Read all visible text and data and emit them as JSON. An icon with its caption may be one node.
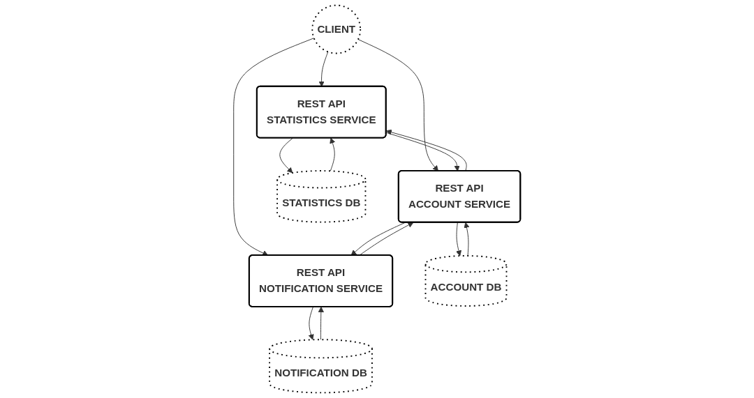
{
  "diagram": {
    "nodes": [
      {
        "text": [
          "CLIENT"
        ]
      },
      {
        "text": [
          "REST API",
          "STATISTICS SERVICE"
        ]
      },
      {
        "text": [
          "REST API",
          "ACCOUNT SERVICE"
        ]
      },
      {
        "text": [
          "REST API",
          "NOTIFICATION SERVICE"
        ]
      },
      {
        "text": [
          "STATISTICS DB"
        ]
      },
      {
        "text": [
          "ACCOUNT DB"
        ]
      },
      {
        "text": [
          "NOTIFICATION DB"
        ]
      }
    ],
    "edges": [
      {
        "from": 0,
        "to": 1,
        "arrow": "to"
      },
      {
        "from": 0,
        "to": 2,
        "arrow": "to"
      },
      {
        "from": 0,
        "to": 3,
        "arrow": "to"
      },
      {
        "from": 1,
        "to": 2,
        "arrow": "to"
      },
      {
        "from": 2,
        "to": 1,
        "arrow": "to"
      },
      {
        "from": 2,
        "to": 3,
        "arrow": "to"
      },
      {
        "from": 3,
        "to": 2,
        "arrow": "to"
      },
      {
        "from": 1,
        "to": 4,
        "arrow": "to"
      },
      {
        "from": 4,
        "to": 1,
        "arrow": "to"
      },
      {
        "from": 2,
        "to": 5,
        "arrow": "to"
      },
      {
        "from": 5,
        "to": 2,
        "arrow": "to"
      },
      {
        "from": 3,
        "to": 6,
        "arrow": "to"
      },
      {
        "from": 6,
        "to": 3,
        "arrow": "to"
      }
    ]
  }
}
